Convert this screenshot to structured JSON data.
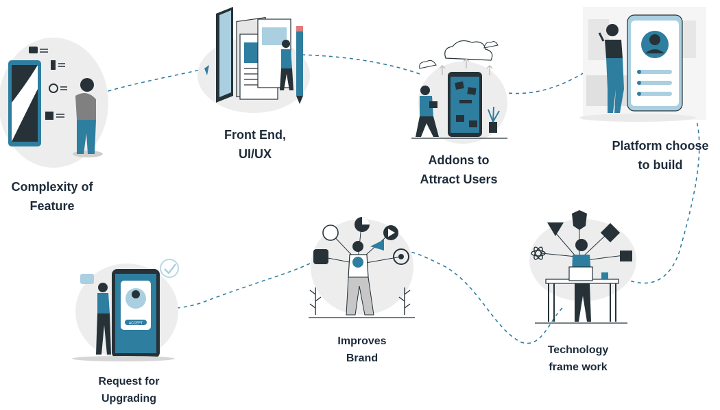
{
  "steps": [
    {
      "id": "complexity",
      "lines": [
        "Complexity of",
        "Feature"
      ]
    },
    {
      "id": "frontend",
      "lines": [
        "Front End,",
        "UI/UX"
      ]
    },
    {
      "id": "addons",
      "lines": [
        "Addons to",
        "Attract Users"
      ]
    },
    {
      "id": "platform",
      "lines": [
        "Platform choose",
        "to build"
      ]
    },
    {
      "id": "technology",
      "lines": [
        "Technology",
        "frame work"
      ]
    },
    {
      "id": "brand",
      "lines": [
        "Improves",
        "Brand"
      ]
    },
    {
      "id": "upgrading",
      "lines": [
        "Request for",
        "Upgrading"
      ]
    }
  ],
  "upgrade_button": "ACCEPT",
  "colors": {
    "accent": "#2e7ea0",
    "dark": "#263238",
    "light": "#e6e6e6",
    "text": "#1d2b3a"
  }
}
